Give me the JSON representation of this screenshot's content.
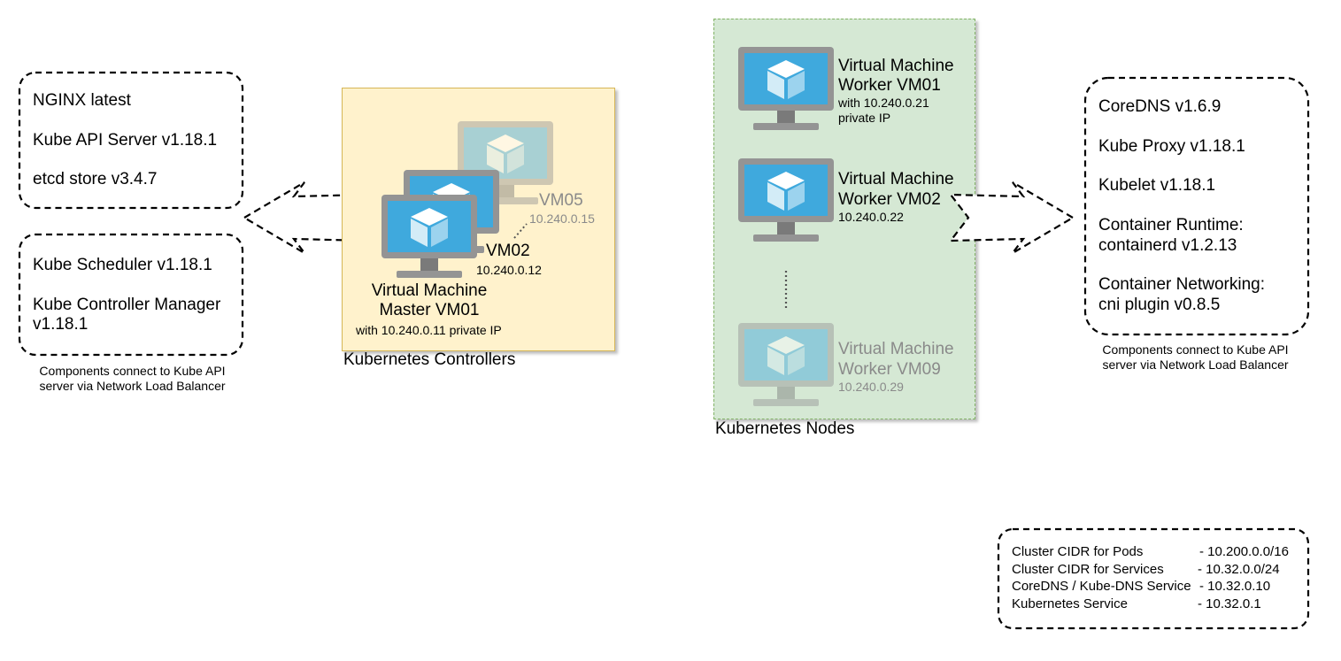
{
  "left_panel": {
    "box1": [
      "NGINX latest",
      "Kube API Server v1.18.1",
      "etcd store v3.4.7"
    ],
    "box2": [
      "Kube Scheduler v1.18.1",
      "Kube Controller Manager",
      "v1.18.1"
    ],
    "caption": [
      "Components connect to Kube API",
      "server via Network Load Balancer"
    ]
  },
  "controllers": {
    "label": "Kubernetes Controllers",
    "vm05_name": "VM05",
    "vm05_ip": "10.240.0.15",
    "vm02_name": "VM02",
    "vm02_ip": "10.240.0.12",
    "master_title": [
      "Virtual Machine",
      "Master VM01"
    ],
    "master_sub": "with 10.240.0.11 private IP"
  },
  "nodes": {
    "label": "Kubernetes Nodes",
    "worker1_title": [
      "Virtual Machine",
      "Worker VM01"
    ],
    "worker1_sub": [
      "with 10.240.0.21",
      "private IP"
    ],
    "worker2_title": [
      "Virtual Machine",
      "Worker VM02"
    ],
    "worker2_sub": "10.240.0.22",
    "worker9_title": [
      "Virtual Machine",
      "Worker VM09"
    ],
    "worker9_sub": "10.240.0.29"
  },
  "right_panel": {
    "lines": [
      "CoreDNS v1.6.9",
      "Kube Proxy v1.18.1",
      "Kubelet v1.18.1",
      "Container Runtime:",
      "containerd v1.2.13",
      "Container Networking:",
      "cni plugin v0.8.5"
    ],
    "caption": [
      "Components connect to Kube API",
      "server via Network Load Balancer"
    ]
  },
  "cidr": {
    "rows": [
      {
        "label": "Cluster CIDR for Pods",
        "value": "- 10.200.0.0/16"
      },
      {
        "label": "Cluster CIDR for Services",
        "value": "- 10.32.0.0/24"
      },
      {
        "label": "CoreDNS / Kube-DNS Service",
        "value": "- 10.32.0.10"
      },
      {
        "label": "Kubernetes Service",
        "value": "- 10.32.0.1"
      }
    ]
  },
  "icons": [
    "virtual-machine-icon",
    "double-arrow-icon"
  ],
  "colors": {
    "controllers_fill": "#fff2cc",
    "controllers_border": "#d6b656",
    "nodes_fill": "#d5e8d4",
    "nodes_border": "#82b366",
    "monitor_screen": "#3fa9dd",
    "monitor_frame": "#949494"
  }
}
